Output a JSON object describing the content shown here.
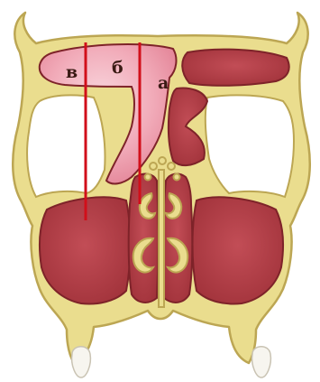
{
  "labels": {
    "v": "в",
    "b": "б",
    "a": "а"
  },
  "colors": {
    "background": "#ffffff",
    "bone": "#eadd8e",
    "bone_outline": "#bca653",
    "mucosa": "#b2404a",
    "mucosa_outline": "#7e2329",
    "sinus_highlight": "#f1aab8",
    "sinus_core": "#f6c9d2",
    "teeth": "#f7f5ef",
    "marker_lines": "#d10f1a",
    "label_text": "#3a1a14"
  }
}
